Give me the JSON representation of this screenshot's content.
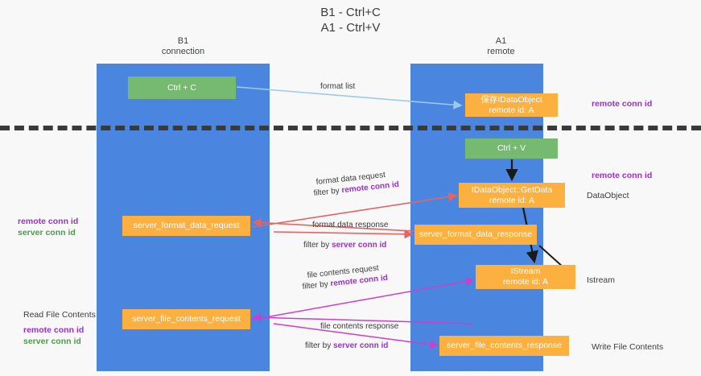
{
  "title": "B1 - Ctrl+C\nA1 - Ctrl+V",
  "title_line1": "B1 - Ctrl+C",
  "title_line2": "A1 - Ctrl+V",
  "lanes": [
    {
      "id": "b1",
      "line1": "B1",
      "line2": "connection",
      "color": "#4a86e0"
    },
    {
      "id": "a1",
      "line1": "A1",
      "line2": "remote",
      "color": "#4a86e0"
    }
  ],
  "colors": {
    "lane_blue": "#4a86e0",
    "node_green": "#76ba72",
    "node_orange": "#fbb040",
    "divider": "#3a3a3a",
    "purple_text": "#9b30c9",
    "green_text": "#4e9a4e",
    "arrow_lightblue": "#9ec9ec",
    "arrow_red": "#e06666",
    "arrow_magenta": "#cc3ecc",
    "arrow_black": "#1a1a1a",
    "background": "#f8f8f8"
  },
  "nodes": {
    "ctrl_c": {
      "label": "Ctrl + C",
      "style": "green"
    },
    "save_dataobject": {
      "line1": "保存IDataObject",
      "line2": "remote id: A",
      "style": "orange"
    },
    "ctrl_v": {
      "label": "Ctrl + V",
      "style": "green"
    },
    "getdata": {
      "line1": "IDataObject::GetData",
      "line2": "remote id: A",
      "style": "orange"
    },
    "server_format_data_request": {
      "label": "server_format_data_request",
      "style": "orange"
    },
    "server_format_data_response": {
      "label": "server_format_data_response",
      "style": "orange"
    },
    "istream": {
      "line1": "IStream",
      "line2": "remote id: A",
      "style": "orange"
    },
    "server_file_contents_request": {
      "label": "server_file_contents_request",
      "style": "orange"
    },
    "server_file_contents_response": {
      "label": "server_file_contents_response",
      "style": "orange"
    }
  },
  "edge_labels": {
    "format_list": "format list",
    "format_data_request": "format data request",
    "format_data_request_filter_prefix": "filter by ",
    "format_data_request_filter_value": "remote conn id",
    "format_data_response": "format data response",
    "format_data_response_filter_prefix": "filter by ",
    "format_data_response_filter_value": "server conn id",
    "file_contents_request": "file contents request",
    "file_contents_request_filter_prefix": "filter by ",
    "file_contents_request_filter_value": "remote conn id",
    "file_contents_response": "file contents response",
    "file_contents_response_filter_prefix": "filter by ",
    "file_contents_response_filter_value": "server conn id"
  },
  "annotations": {
    "right_remote_conn_id_1": "remote conn id",
    "right_remote_conn_id_2": "remote conn id",
    "right_dataobject": "DataObject",
    "right_istream": "Istream",
    "right_write_file_contents": "Write File Contents",
    "left_remote_conn_id": "remote conn id",
    "left_server_conn_id": "server conn id",
    "left_read_file_contents": "Read File Contents",
    "left_remote_conn_id_2": "remote conn id",
    "left_server_conn_id_2": "server conn id"
  }
}
